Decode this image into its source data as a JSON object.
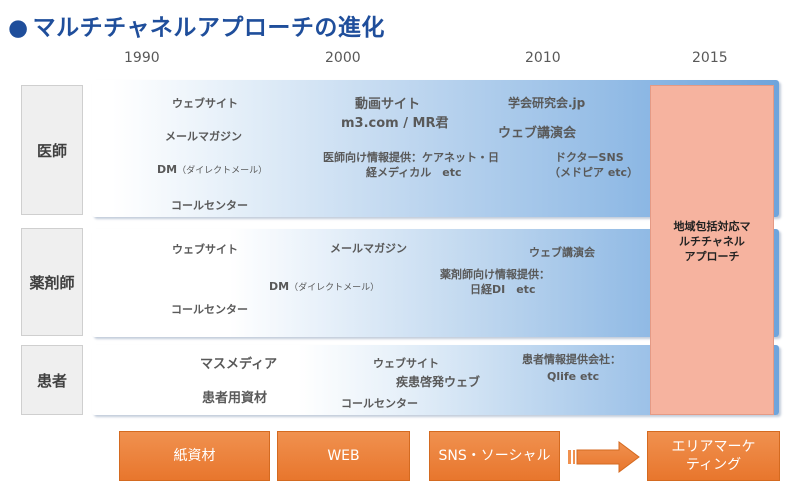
{
  "title": "マルチチャネルアプローチの進化",
  "years": [
    "1990",
    "2000",
    "2010",
    "2015"
  ],
  "rows": {
    "doctor": {
      "label": "医師",
      "items": [
        "ウェブサイト",
        "メールマガジン",
        "DM",
        "（ダイレクトメール）",
        "コールセンター",
        "動画サイト",
        "m3.com / MR君",
        "医師向け情報提供：ケアネット・日",
        "経メディカル　etc",
        "学会研究会.jp",
        "ウェブ講演会",
        "ドクターSNS",
        "（メドピア etc）"
      ]
    },
    "pharmacist": {
      "label": "薬剤師",
      "items": [
        "ウェブサイト",
        "メールマガジン",
        "ウェブ講演会",
        "薬剤師向け情報提供：",
        "日経DI　etc",
        "DM",
        "（ダイレクトメール）",
        "コールセンター"
      ]
    },
    "patient": {
      "label": "患者",
      "items": [
        "マスメディア",
        "ウェブサイト",
        "患者情報提供会社：",
        "疾患啓発ウェブ",
        "Qlife etc",
        "患者用資材",
        "コールセンター"
      ]
    }
  },
  "box_2015": "地域包括対応マ\nルチチャネル\nアプローチ",
  "channels": [
    "紙資材",
    "WEB",
    "SNS・ソーシャル",
    "エリアマーケ\nティング"
  ],
  "colors": {
    "title": "#1f4e9b",
    "band_end": "#6ea4dc",
    "box_2015": "#f6b39f",
    "channel": "#ed7d31"
  },
  "icons": {
    "arrow": "right-arrow-icon"
  }
}
